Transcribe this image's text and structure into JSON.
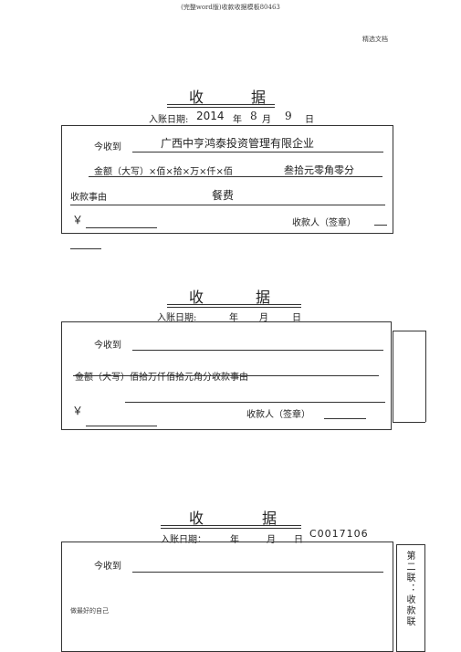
{
  "page": {
    "header": "(完整word版)收款收据模板80463",
    "corner_tag": "精选文档",
    "footer_note": "做最好的自己"
  },
  "receipt1": {
    "title_left": "收",
    "title_right": "据",
    "date_label": "入账日期:",
    "year": "2014",
    "year_unit": "年",
    "month": "8",
    "month_unit": "月",
    "day": "9",
    "day_unit": "日",
    "received_label": "今收到",
    "payer": "广西中亨鸿泰投资管理有限企业",
    "amount_label": "金额（大写）×佰×拾×万×仟×佰",
    "amount_value": "叁拾元零角零分",
    "reason_label": "收款事由",
    "reason_value": "餐费",
    "yen": "￥",
    "payee_label": "收款人（签章）"
  },
  "receipt2": {
    "title_left": "收",
    "title_right": "据",
    "date_label": "入账日期:",
    "year_unit": "年",
    "month_unit": "月",
    "day_unit": "日",
    "received_label": "今收到",
    "amount_line": "金额（大写）佰拾万仟佰拾元角分收款事由",
    "yen": "￥",
    "payee_label": "收款人（签章）"
  },
  "receipt3": {
    "title_left": "收",
    "title_right": "据",
    "date_label": "入账日期：",
    "year_unit": "年",
    "month_unit": "月",
    "day_unit": "日",
    "serial": "C0017106",
    "received_label": "今收到",
    "side_label": "第二联：收款联"
  }
}
